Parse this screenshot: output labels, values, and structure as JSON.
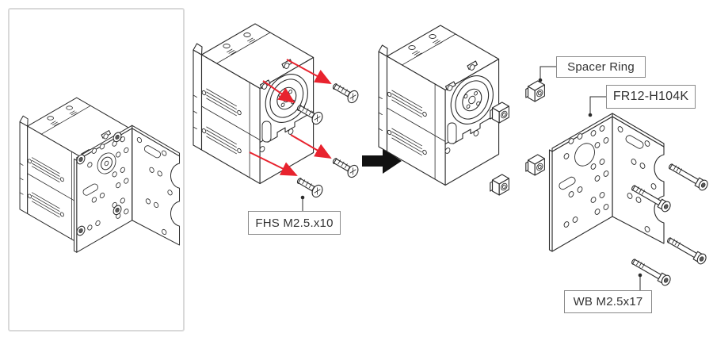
{
  "figure": {
    "type": "assembly-instruction-diagram",
    "result_preview_panel": "finished servo with bracket assembly"
  },
  "labels": {
    "fhs": "FHS M2.5.x10",
    "spacer_ring": "Spacer Ring",
    "bracket": "FR12-H104K",
    "wb": "WB M2.5x17"
  },
  "parts": {
    "fhs_screw_count": 4,
    "spacer_ring_count": 4,
    "wb_bolt_count": 4,
    "bracket_count": 1
  },
  "icons": {
    "step_arrow": "solid black right-arrow between assembly steps",
    "insert_arrows": "red screw-insertion arrows"
  },
  "colors": {
    "background": "#ffffff",
    "line": "#2b2b2b",
    "arrow_red": "#e8232e",
    "panel_border": "#d9d9d9",
    "callout_border": "#8a8a8a",
    "text": "#333333"
  }
}
